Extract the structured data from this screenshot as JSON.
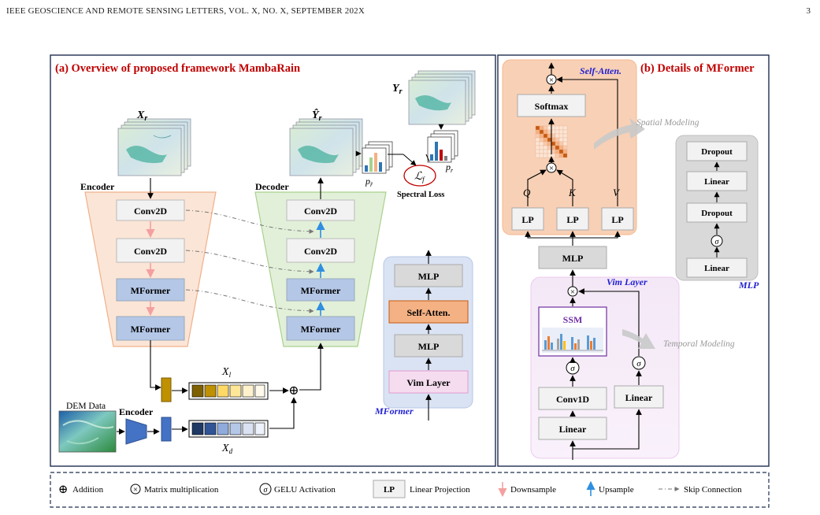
{
  "header": {
    "journal": "IEEE GEOSCIENCE AND REMOTE SENSING LETTERS, VOL. X, NO. X, SEPTEMBER 202X",
    "page": "3"
  },
  "panel_a": {
    "title": "(a) Overview of proposed framework MambaRain",
    "xr_label": "X",
    "xr_sub": "r",
    "yhat_label": "Ŷ",
    "yhat_sub": "r",
    "yr_label": "Y",
    "yr_sub": "r",
    "encoder_label": "Encoder",
    "decoder_label": "Decoder",
    "encoder_blocks": [
      "Conv2D",
      "Conv2D",
      "MFormer",
      "MFormer"
    ],
    "decoder_blocks": [
      "Conv2D",
      "Conv2D",
      "MFormer",
      "MFormer"
    ],
    "p_hat_label": "p",
    "p_hat_sub": "r̂",
    "p_r_label": "p",
    "p_r_sub": "r",
    "loss_label": "ℒ",
    "loss_sub": "f",
    "spectral_loss": "Spectral Loss",
    "xl_label": "X",
    "xl_sub": "l",
    "xd_label": "X",
    "xd_sub": "d",
    "dem_label": "DEM Data",
    "dem_encoder_label": "Encoder",
    "addition_symbol": "⊕",
    "mformer": {
      "blocks": [
        "MLP",
        "Self-Atten.",
        "MLP",
        "Vim Layer"
      ],
      "caption": "MFormer"
    }
  },
  "panel_b": {
    "title": "(b) Details of MFormer",
    "self_atten_caption": "Self-Atten.",
    "softmax": "Softmax",
    "spatial_modeling": "Spatial Modeling",
    "q": "Q",
    "k": "K",
    "v": "V",
    "lp": "LP",
    "mlp": "MLP",
    "vim_caption": "Vim Layer",
    "ssm": "SSM",
    "temporal_modeling": "Temporal Modeling",
    "conv1d": "Conv1D",
    "linear": "Linear",
    "sigma": "σ",
    "mlp_detail": {
      "blocks": [
        "Dropout",
        "Linear",
        "Dropout",
        "Linear"
      ],
      "caption": "MLP"
    }
  },
  "legend": {
    "addition": "Addition",
    "matmul": "Matrix multiplication",
    "gelu": "GELU Activation",
    "lp_box": "LP",
    "linear_projection": "Linear Projection",
    "downsample": "Downsample",
    "upsample": "Upsample",
    "skip": "Skip Connection"
  },
  "colors": {
    "frame": "#1f2d4f",
    "red_title": "#c00000",
    "blue_caption": "#1f1fd1",
    "mformer_fill": "#b4c7e7",
    "encoder_fill": "#fbe5d6",
    "decoder_fill": "#e2f0d9",
    "self_atten_fill": "#f4b183",
    "vim_fill": "#f3e6f5",
    "down_arrow": "#f4a0a0",
    "up_arrow": "#2f8fe0"
  }
}
